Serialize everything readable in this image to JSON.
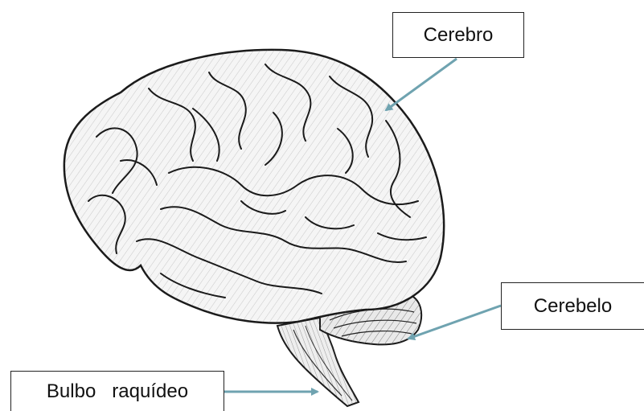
{
  "diagram": {
    "subject": "brain-illustration",
    "labels": {
      "cerebro": "Cerebro",
      "cerebelo": "Cerebelo",
      "bulbo": "Bulbo   raquídeo"
    },
    "colors": {
      "arrow": "#6fa3b0",
      "outline": "#1a1a1a",
      "fill": "#f4f4f4",
      "hatch": "#555555",
      "box_border": "#222222"
    }
  }
}
